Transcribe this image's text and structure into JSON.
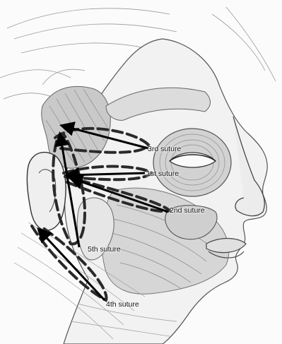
{
  "labels": {
    "suture_3": "3rd suture",
    "suture_1": "1st suture",
    "suture_2": "2nd suture",
    "suture_5": "5th suture",
    "suture_4": "4th suture"
  },
  "colors": {
    "ink": "#111111",
    "dash": "#2a2a2a",
    "skin": "#f4f4f4",
    "line": "#6a6a6a"
  }
}
